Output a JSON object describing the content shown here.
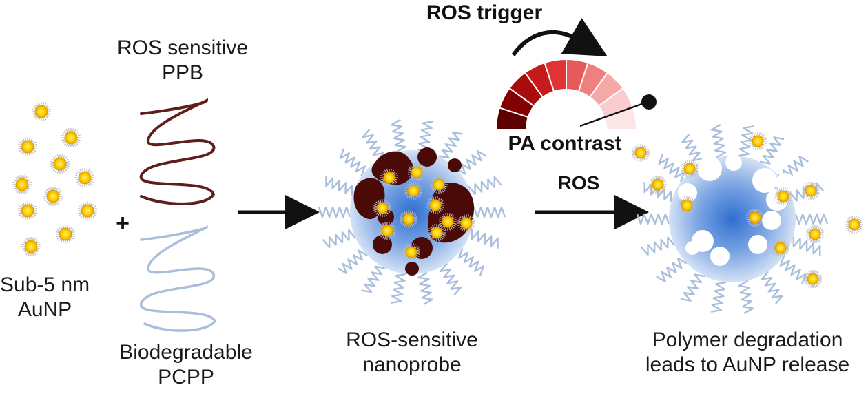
{
  "labels": {
    "au_np": [
      "Sub-5 nm",
      "AuNP"
    ],
    "plus": "+",
    "ppb": [
      "ROS sensitive",
      "PPB"
    ],
    "pcpp": [
      "Biodegradable",
      "PCPP"
    ],
    "nanoprobe": [
      "ROS-sensitive",
      "nanoprobe"
    ],
    "ros_trigger": "ROS trigger",
    "pa_contrast": "PA contrast",
    "ros": "ROS",
    "release": [
      "Polymer degradation",
      "leads to AuNP release"
    ]
  },
  "colors": {
    "gold": "#f7c600",
    "gold_core": "#ffe850",
    "gold_halo": "#b9b9b9",
    "ppb_strand": "#5e1f1b",
    "pcpp_strand": "#a9bedb",
    "polymer_domain": "#4a0a08",
    "core_blue": "#2f6fd1",
    "core_edge": "#c9d9f2",
    "arrow": "#111111"
  },
  "gauge_segments": [
    "#5c0000",
    "#820000",
    "#a80c0c",
    "#c81a1a",
    "#e03434",
    "#e85a5a",
    "#f08080",
    "#f5a8a8",
    "#f9cdcd",
    "#fce6e6"
  ],
  "icons": [
    "arrow-right-icon",
    "curved-arrow-icon",
    "gauge-icon",
    "gold-nanoparticle-icon"
  ]
}
